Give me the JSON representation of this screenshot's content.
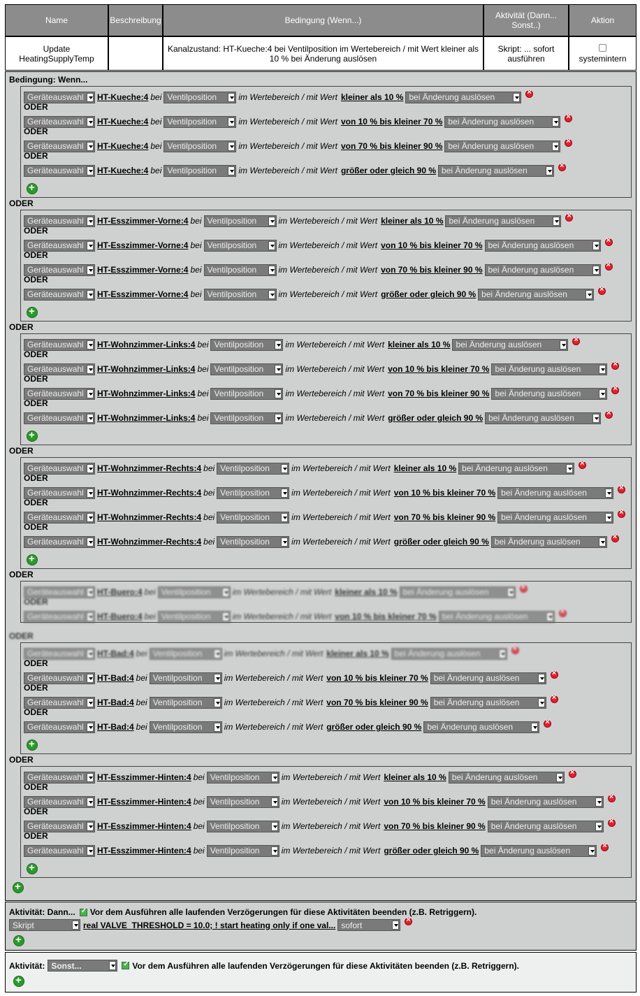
{
  "header": {
    "columns": [
      "Name",
      "Beschreibung",
      "Bedingung (Wenn...)",
      "Aktivität (Dann... Sonst..)",
      "Aktion"
    ],
    "name": "Update HeatingSupplyTemp",
    "name_line1": "Update",
    "name_line2": "HeatingSupplyTemp",
    "description": "",
    "condition_line1": "Kanalzustand: HT-Kueche:4 bei Ventilposition im Wertebereich / mit Wert kleiner als",
    "condition_line2": "10 % bei Änderung auslösen",
    "activity_line1": "Skript: ... sofort",
    "activity_line2": "ausführen",
    "action_label": "systemintern"
  },
  "condition": {
    "title": "Bedingung: Wenn...",
    "oder": "ODER",
    "device_select": "Geräteauswahl",
    "bei": "bei",
    "param_select": "Ventilposition",
    "range_text": "im Wertebereich / mit Wert",
    "trigger_select": "bei Änderung auslösen",
    "ranges": [
      "kleiner als 10 %",
      "von 10 % bis kleiner 70 %",
      "von 70 % bis kleiner 90 %",
      "größer oder gleich 90 %"
    ],
    "groups": [
      {
        "device": "HT-Kueche:4"
      },
      {
        "device": "HT-Esszimmer-Vorne:4"
      },
      {
        "device": "HT-Wohnzimmer-Links:4"
      },
      {
        "device": "HT-Wohnzimmer-Rechts:4"
      },
      {
        "device": "HT-Buero:4"
      },
      {
        "device": "HT-Bad:4"
      },
      {
        "device": "HT-Esszimmer-Hinten:4"
      }
    ]
  },
  "then_activity": {
    "title": "Aktivität: Dann...",
    "checkbox_label": "Vor dem Ausführen alle laufenden Verzögerungen für diese Aktivitäten beenden (z.B. Retriggern).",
    "type_select": "Skript",
    "script_text": "real VALVE_THRESHOLD = 10.0; ! start heating only if one val...",
    "timing_select": "sofort"
  },
  "else_activity": {
    "title": "Aktivität:",
    "type_select": "Sonst...",
    "checkbox_label": "Vor dem Ausführen alle laufenden Verzögerungen für diese Aktivitäten beenden (z.B. Retriggern)."
  }
}
